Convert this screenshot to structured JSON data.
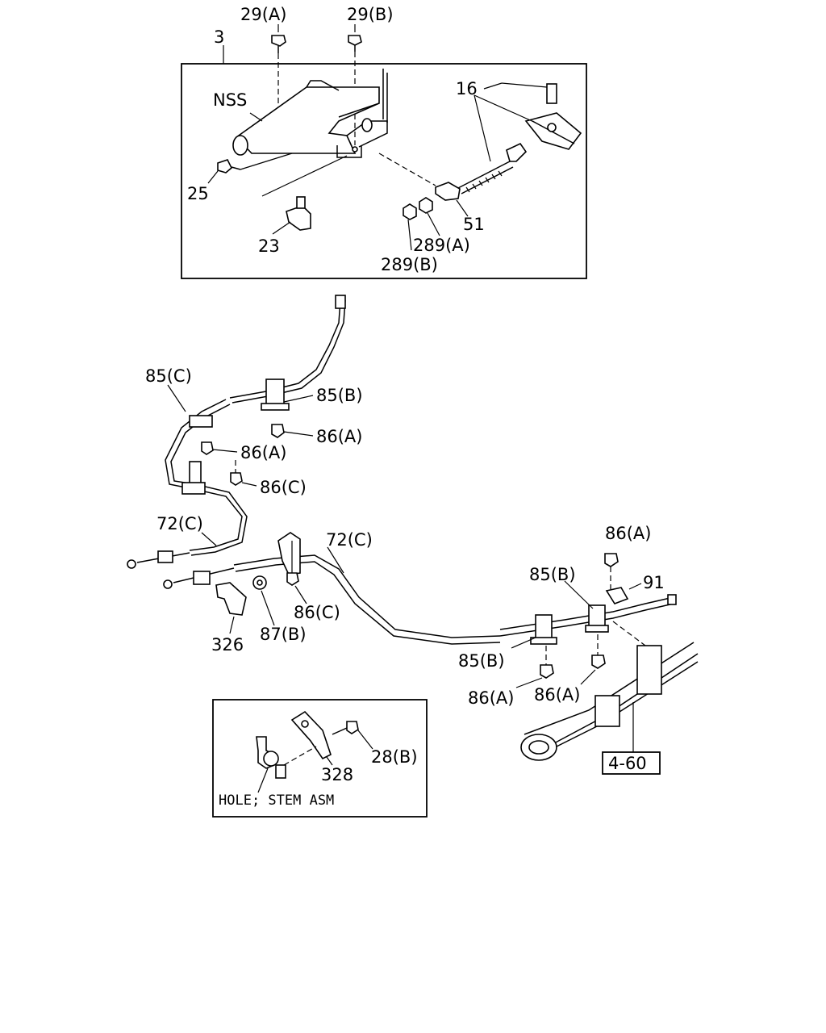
{
  "callouts": {
    "c3": "3",
    "c29a": "29(A)",
    "c29b": "29(B)",
    "nss": "NSS",
    "c16": "16",
    "c25": "25",
    "c23": "23",
    "c51": "51",
    "c289a": "289(A)",
    "c289b": "289(B)",
    "c85c": "85(C)",
    "c85b_top": "85(B)",
    "c86a_top": "86(A)",
    "c86a_left": "86(A)",
    "c86c_left": "86(C)",
    "c72c_left": "72(C)",
    "c72c_mid": "72(C)",
    "c86c_mid": "86(C)",
    "c326": "326",
    "c87b": "87(B)",
    "c86a_right": "86(A)",
    "c85b_right": "85(B)",
    "c91": "91",
    "c85b_low": "85(B)",
    "c86a_low1": "86(A)",
    "c86a_low2": "86(A)",
    "c28b": "28(B)",
    "c328": "328",
    "ref460": "4-60"
  },
  "inset": {
    "note": "HOLE; STEM ASM"
  }
}
